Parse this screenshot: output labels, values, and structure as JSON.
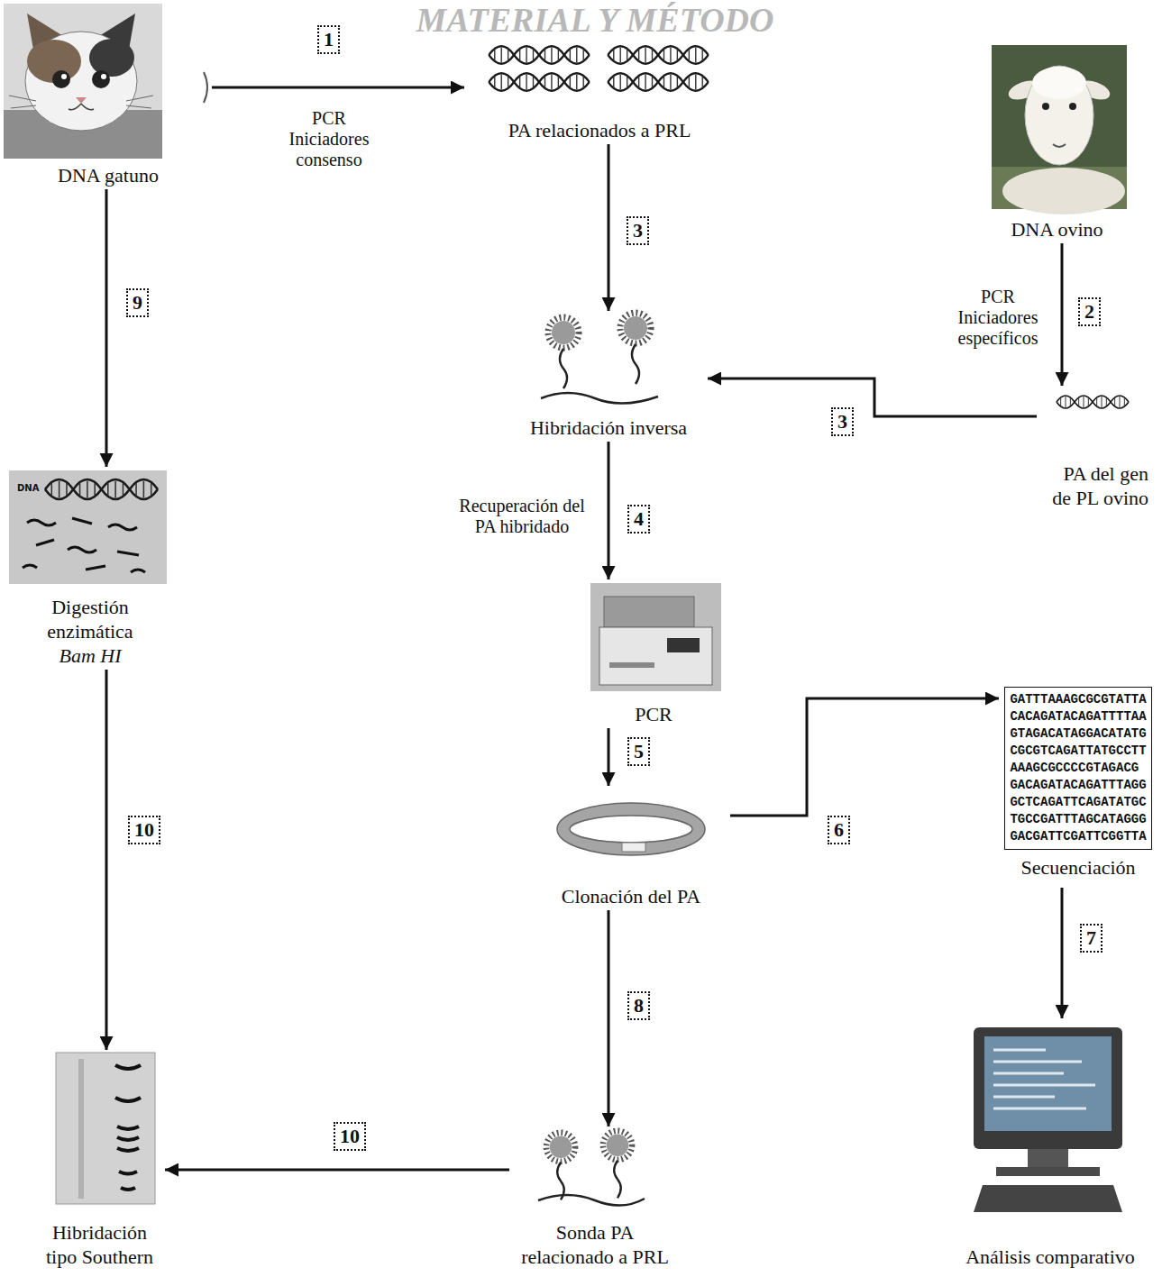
{
  "diagram": {
    "title": "MATERIAL Y MÉTODO",
    "nodes": [
      {
        "text": [
          "DNA gatuno"
        ]
      },
      {
        "text": [
          "PA relacionados a PRL"
        ]
      },
      {
        "text": [
          "DNA ovino"
        ]
      },
      {
        "text": [
          "Hibridación inversa"
        ]
      },
      {
        "text": [
          "PA del gen de PL ovino"
        ]
      },
      {
        "text": [
          "Digestión enzimática",
          "Bam HI"
        ]
      },
      {
        "text": [
          "PCR"
        ]
      },
      {
        "text": [
          "GATTTAAAGCGCGTATTA CACAGATACAGATTTTAA GTAGACATAGGACATATG CGCGTCAGATTATGCCTT AAAGCGCCCCGTAGACG GACAGATACAGATTTAGG GCTCAGATTCAGATATGC TGCCGATTTAGCATAGGG GACGATTCGATTCGGTTA",
          "Secuenciación"
        ]
      },
      {
        "text": [
          "Clonación del PA"
        ]
      },
      {
        "text": [
          "Hibridación tipo Southern"
        ]
      },
      {
        "text": [
          "Sonda PA relacionado a PRL"
        ]
      },
      {
        "text": [
          "Análisis comparativo"
        ]
      }
    ],
    "edges": [
      {
        "from": 0,
        "to": 1,
        "label": "1",
        "arrow": "to"
      },
      {
        "from": 2,
        "to": 4,
        "label": "2",
        "arrow": "to"
      },
      {
        "from": 1,
        "to": 3,
        "label": "3",
        "arrow": "to"
      },
      {
        "from": 4,
        "to": 3,
        "label": "3",
        "arrow": "to"
      },
      {
        "from": 3,
        "to": 6,
        "label": "4",
        "arrow": "to"
      },
      {
        "from": 6,
        "to": 8,
        "label": "5",
        "arrow": "to"
      },
      {
        "from": 8,
        "to": 7,
        "label": "6",
        "arrow": "to"
      },
      {
        "from": 7,
        "to": 11,
        "label": "7",
        "arrow": "to"
      },
      {
        "from": 8,
        "to": 10,
        "label": "8",
        "arrow": "to"
      },
      {
        "from": 0,
        "to": 5,
        "label": "9",
        "arrow": "to"
      },
      {
        "from": 5,
        "to": 9,
        "label": "10",
        "arrow": "to"
      },
      {
        "from": 10,
        "to": 9,
        "label": "10",
        "arrow": "to"
      }
    ],
    "labels": [
      "PCR Iniciadores consenso",
      "PCR Iniciadores específicos",
      "Recuperación del PA hibridado",
      "DNA"
    ]
  }
}
